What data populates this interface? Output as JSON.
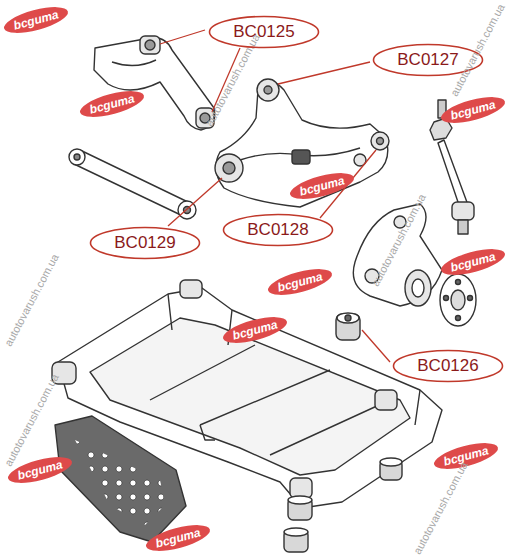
{
  "diagram": {
    "nodes": [
      {
        "text": [
          "BC0125"
        ]
      },
      {
        "text": [
          "BC0127"
        ]
      },
      {
        "text": [
          "BC0129"
        ]
      },
      {
        "text": [
          "BC0128"
        ]
      },
      {
        "text": [
          "BC0126"
        ]
      }
    ],
    "labels": [
      "bcguma",
      "bcguma",
      "bcguma",
      "bcguma",
      "bcguma",
      "bcguma",
      "bcguma",
      "bcguma",
      "bcguma",
      "bcguma",
      "autotovarush.com.ua",
      "autotovarush.com.ua",
      "autotovarush.com.ua",
      "autotovarush.com.ua",
      "autotovarush.com.ua",
      "autotovarush.com.ua"
    ]
  }
}
